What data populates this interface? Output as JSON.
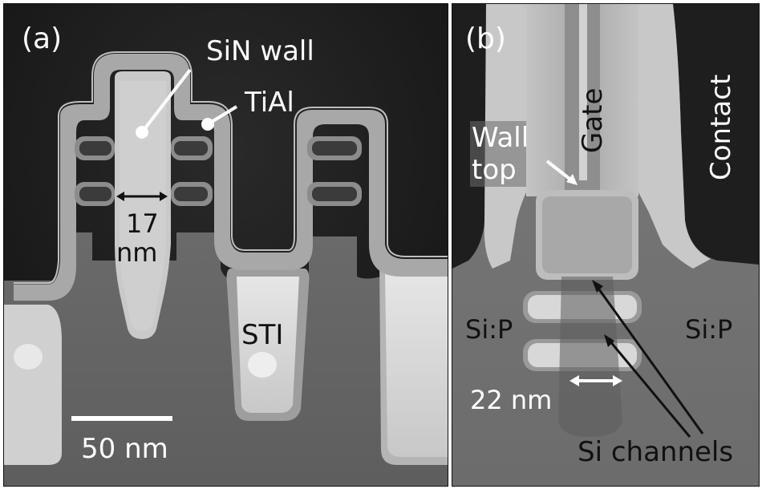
{
  "panel_a": {
    "tag": "(a)",
    "sin_wall": "SiN wall",
    "tial": "TiAl",
    "width_value": "17",
    "width_unit": "nm",
    "sti": "STI",
    "scale_bar": "50 nm"
  },
  "panel_b": {
    "tag": "(b)",
    "gate": "Gate",
    "contact": "Contact",
    "wall_top_line1": "Wall",
    "wall_top_line2": "top",
    "sip_left": "Si:P",
    "sip_right": "Si:P",
    "width": "22 nm",
    "channels": "Si channels"
  },
  "colors": {
    "dark_background": "#1c1c1c",
    "substrate_gray": "#6e6e6e",
    "oxide_light": "#d9d9d9",
    "liner_gray": "#9a9a9a"
  }
}
